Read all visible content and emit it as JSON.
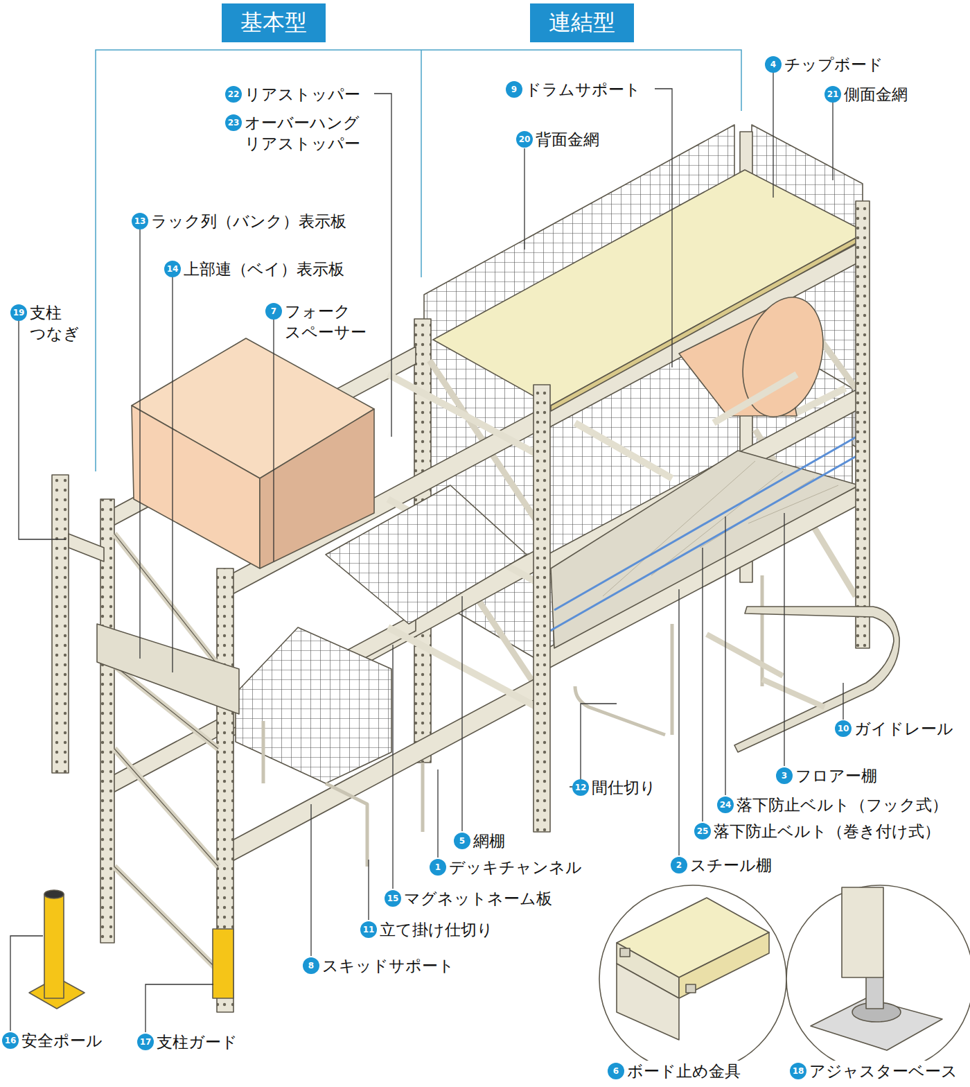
{
  "diagram": {
    "nodes": [
      {
        "text": [
          "基本型"
        ]
      },
      {
        "text": [
          "連結型"
        ]
      },
      {
        "text": [
          "4",
          "チップボード"
        ]
      },
      {
        "text": [
          "22",
          "リアストッパー"
        ]
      },
      {
        "text": [
          "9",
          "ドラムサポート"
        ]
      },
      {
        "text": [
          "21",
          "側面金網"
        ]
      },
      {
        "text": [
          "23",
          "オーバーハング リアストッパー"
        ]
      },
      {
        "text": [
          "20",
          "背面金網"
        ]
      },
      {
        "text": [
          "13",
          "ラック列（バンク）表示板"
        ]
      },
      {
        "text": [
          "14",
          "上部連（ベイ）表示板"
        ]
      },
      {
        "text": [
          "19",
          "支柱 つなぎ"
        ]
      },
      {
        "text": [
          "7",
          "フォーク スペーサー"
        ]
      },
      {
        "text": [
          "10",
          "ガイドレール"
        ]
      },
      {
        "text": [
          "3",
          "フロアー棚"
        ]
      },
      {
        "text": [
          "12",
          "間仕切り"
        ]
      },
      {
        "text": [
          "24",
          "落下防止ベルト（フック式）"
        ]
      },
      {
        "text": [
          "25",
          "落下防止ベルト（巻き付け式）"
        ]
      },
      {
        "text": [
          "5",
          "網棚"
        ]
      },
      {
        "text": [
          "2",
          "スチール棚"
        ]
      },
      {
        "text": [
          "1",
          "デッキチャンネル"
        ]
      },
      {
        "text": [
          "15",
          "マグネットネーム板"
        ]
      },
      {
        "text": [
          "11",
          "立て掛け仕切り"
        ]
      },
      {
        "text": [
          "8",
          "スキッドサポート"
        ]
      },
      {
        "text": [
          "16",
          "安全ポール"
        ]
      },
      {
        "text": [
          "17",
          "支柱ガード"
        ]
      },
      {
        "text": [
          "6",
          "ボード止め金具"
        ]
      },
      {
        "text": [
          "18",
          "アジャスターベース"
        ]
      }
    ]
  }
}
